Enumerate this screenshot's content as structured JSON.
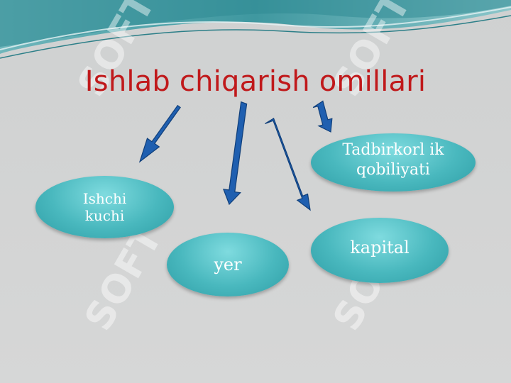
{
  "title": "Ishlab chiqarish omillari",
  "nodes": {
    "ishchi_kuchi": "Ishchi kuchi",
    "yer": "yer",
    "kapital": "kapital",
    "tadbirkorlik": "Tadbirkorl ik qobiliyati"
  },
  "watermark": "SOFT",
  "colors": {
    "title": "#c0191b",
    "arrow": "#1f5fb0",
    "oval": "#49b8be",
    "wave": "#3e9aa0",
    "background": "#d3d4d4"
  }
}
